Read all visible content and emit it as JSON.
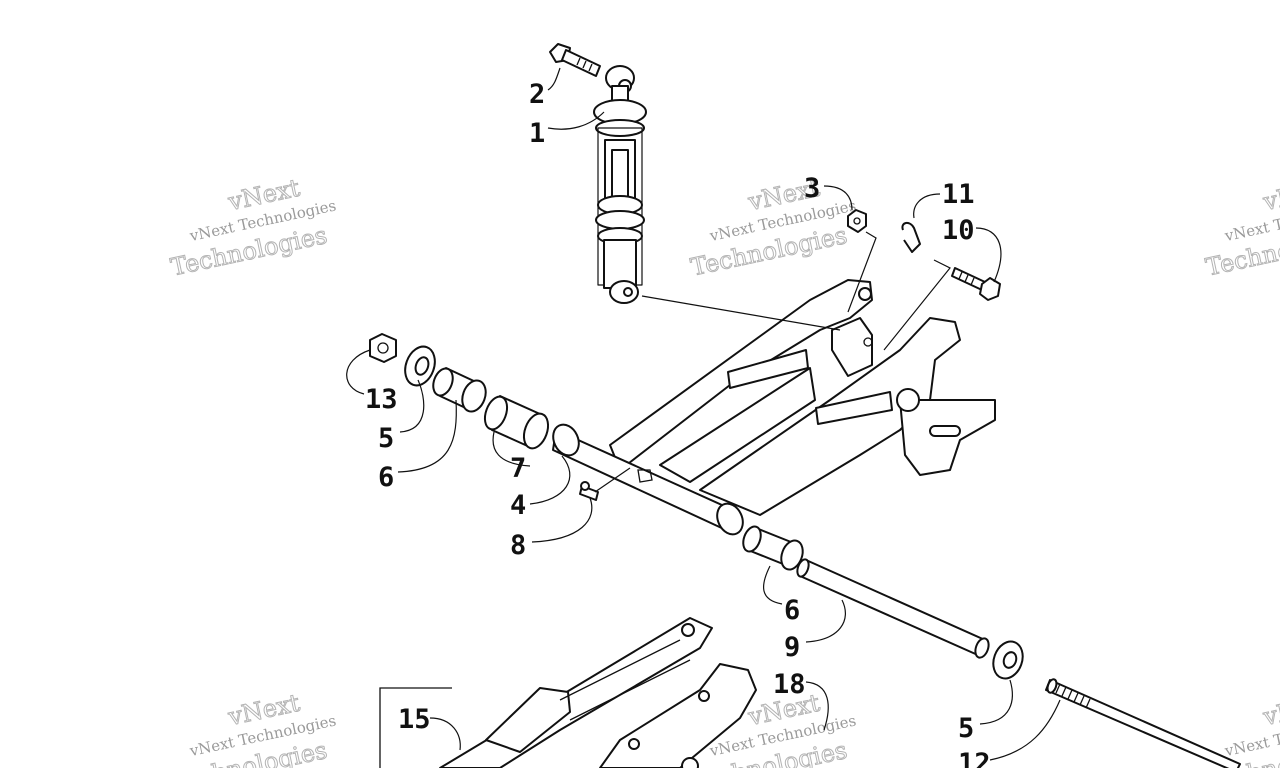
{
  "diagram": {
    "callouts": [
      {
        "label": "2"
      },
      {
        "label": "1"
      },
      {
        "label": "3"
      },
      {
        "label": "11"
      },
      {
        "label": "10"
      },
      {
        "label": "13"
      },
      {
        "label": "5"
      },
      {
        "label": "6"
      },
      {
        "label": "7"
      },
      {
        "label": "4"
      },
      {
        "label": "8"
      },
      {
        "label": "6"
      },
      {
        "label": "9"
      },
      {
        "label": "18"
      },
      {
        "label": "15"
      },
      {
        "label": "5"
      },
      {
        "label": "12"
      }
    ]
  },
  "watermark": {
    "line1": "vNext Technologies",
    "line2": "vNext",
    "line3": "Technologies"
  }
}
